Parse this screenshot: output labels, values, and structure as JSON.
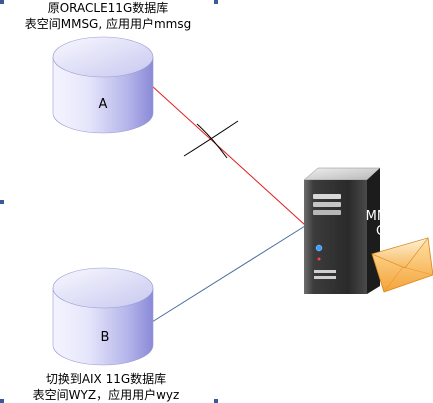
{
  "database_a": {
    "label": "A",
    "caption_line1": "原ORACLE11G数据库",
    "caption_line2": "表空间MMSG, 应用用户mmsg"
  },
  "database_b": {
    "label": "B",
    "caption_line1": "切换到AIX 11G数据库",
    "caption_line2": "表空间WYZ，应用用户wyz"
  },
  "server": {
    "label_line1": "MMS",
    "label_line2": "G"
  },
  "connections": {
    "old_link_color": "#e02020",
    "new_link_color": "#4a6fa0",
    "old_link_state": "disconnected"
  },
  "colors": {
    "cylinder_light": "#f2f2ff",
    "cylinder_dark": "#8a8ad8",
    "selection_handle": "#3a5a9a"
  },
  "icons": [
    "database-cylinder-icon",
    "server-tower-icon",
    "envelope-icon",
    "break-cross-icon"
  ]
}
